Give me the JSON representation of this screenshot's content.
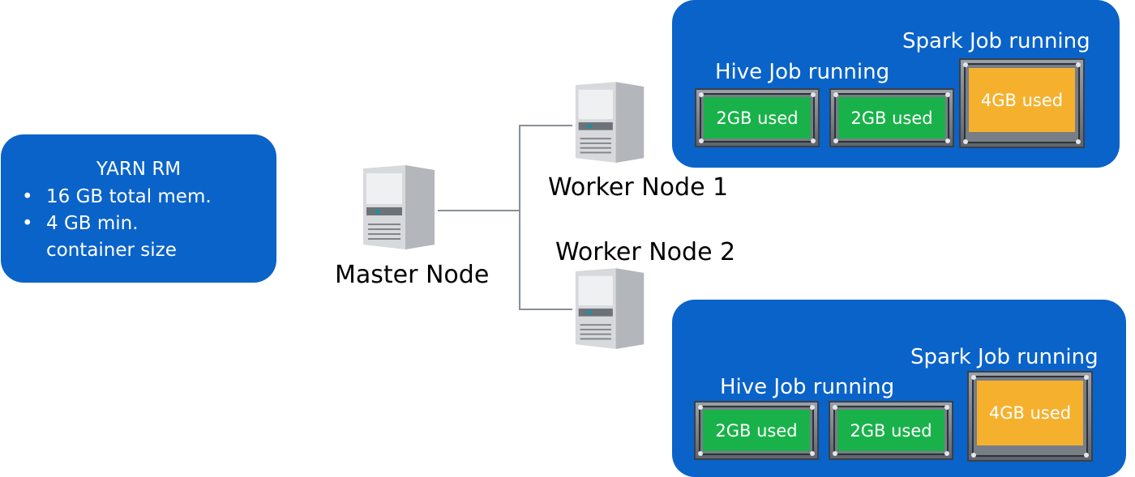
{
  "yarn": {
    "title": "YARN RM",
    "items": [
      "16 GB total mem.",
      "4 GB min.",
      "container size"
    ],
    "bullet": "•"
  },
  "master": {
    "label": "Master Node"
  },
  "worker1": {
    "label": "Worker Node 1",
    "hive_label": "Hive Job running",
    "spark_label": "Spark Job running",
    "containers": [
      "2GB used",
      "2GB used",
      "4GB used"
    ]
  },
  "worker2": {
    "label": "Worker Node 2",
    "hive_label": "Hive Job running",
    "spark_label": "Spark Job running",
    "containers": [
      "2GB used",
      "2GB used",
      "4GB used"
    ]
  },
  "colors": {
    "blue": "#0a63c9",
    "green": "#19b24a",
    "orange": "#f5b12e"
  }
}
